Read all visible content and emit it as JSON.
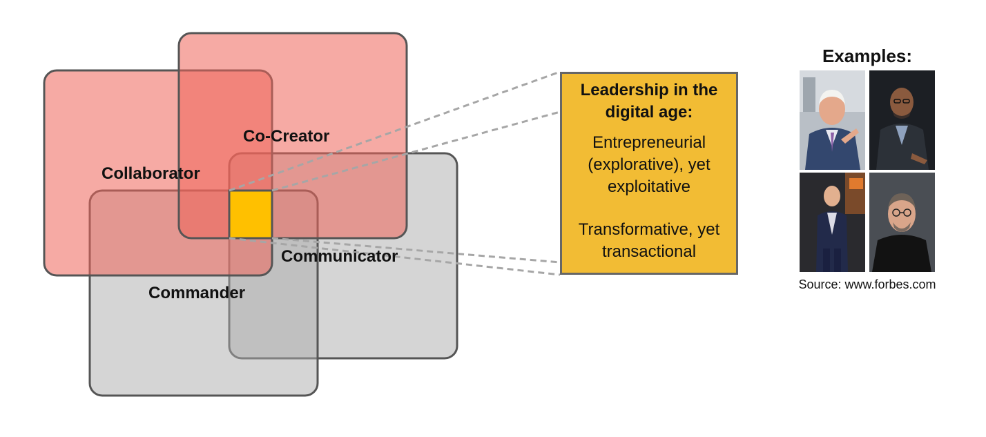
{
  "diagram": {
    "labels": {
      "collaborator": "Collaborator",
      "co_creator": "Co-Creator",
      "communicator": "Communicator",
      "commander": "Commander"
    },
    "colors": {
      "red_fill": "#EE6459",
      "gray_fill": "#ABABAB",
      "center": "#FFC000",
      "border": "#555555",
      "dash": "#A6A6A6"
    }
  },
  "callout": {
    "title": "Leadership in the digital age:",
    "point1": "Entrepreneurial (explorative), yet exploitative",
    "point2": "Transformative, yet transactional",
    "background": "#F2BC34"
  },
  "examples": {
    "title": "Examples:",
    "photos": [
      "person-photo-1",
      "person-photo-2",
      "person-photo-3",
      "person-photo-4"
    ],
    "source": "Source: www.forbes.com"
  }
}
